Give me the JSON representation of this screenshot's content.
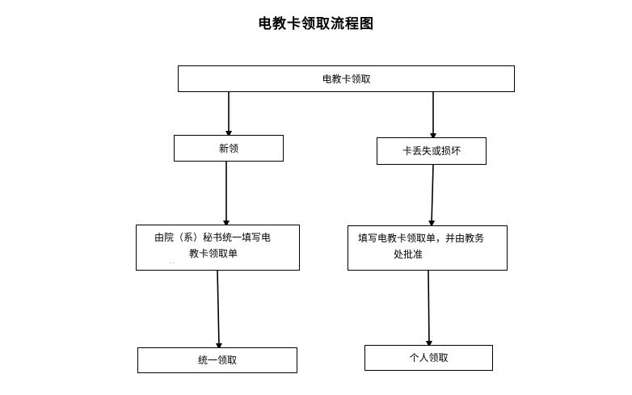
{
  "title": "电教卡领取流程图",
  "nodes": {
    "root": "电教卡领取",
    "new": "新领",
    "lost": "卡丢失或损坏",
    "dept_line1": "由院（系）秘书统一填写电",
    "dept_line2": "教卡领取单",
    "form_line1": "填写电教卡领取单，并由教务",
    "form_line2": "处批准",
    "collect_unified": "统一领取",
    "collect_personal": "个人领取"
  }
}
